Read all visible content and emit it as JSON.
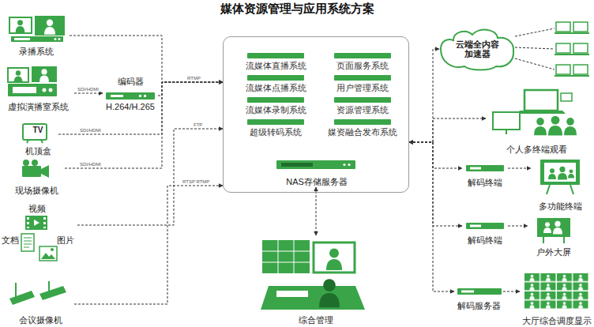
{
  "diagram": {
    "title": "媒体资源管理与应用系统方案",
    "nodes": [
      {
        "text": []
      },
      {
        "text": [
          "流媒体直播系统"
        ],
        "in": 0
      },
      {
        "text": [
          "页面服务系统"
        ],
        "in": 0
      },
      {
        "text": [
          "流媒体点播系统"
        ],
        "in": 0
      },
      {
        "text": [
          "用户管理系统"
        ],
        "in": 0
      },
      {
        "text": [
          "流媒体录制系统"
        ],
        "in": 0
      },
      {
        "text": [
          "资源管理系统"
        ],
        "in": 0
      },
      {
        "text": [
          "超级转码系统"
        ],
        "in": 0
      },
      {
        "text": [
          "媒资融合发布系统"
        ],
        "in": 0
      },
      {
        "text": [
          "NAS存储服务器"
        ],
        "in": 0
      },
      {
        "text": [
          "录播系统"
        ]
      },
      {
        "text": [
          "虚拟演播室系统"
        ]
      },
      {
        "text": [
          "编码器",
          "H.264/H.265"
        ]
      },
      {
        "text": [
          "TV",
          "机顶盒"
        ]
      },
      {
        "text": [
          "现场摄像机"
        ]
      },
      {
        "text": [
          "视频",
          "文档",
          "图片"
        ]
      },
      {
        "text": [
          "会议摄像机"
        ]
      },
      {
        "text": [
          "综合管理"
        ]
      },
      {
        "text": [
          "云端全内容 加速器"
        ]
      },
      {
        "text": [
          "个人多终端观看"
        ]
      },
      {
        "text": [
          "解码终端"
        ]
      },
      {
        "text": [
          "多功能终端"
        ]
      },
      {
        "text": [
          "解码终端"
        ]
      },
      {
        "text": [
          "户外大屏"
        ]
      },
      {
        "text": [
          "解码服务器"
        ]
      },
      {
        "text": [
          "大厅综合调度显示"
        ]
      }
    ],
    "edges": [
      {
        "from": 10,
        "to": 0,
        "arrow": "to",
        "label": "RTMP"
      },
      {
        "from": 11,
        "to": 12,
        "arrow": "to",
        "label": "SDI/HDMI"
      },
      {
        "from": 12,
        "to": 0,
        "arrow": "to"
      },
      {
        "from": 13,
        "to": 0,
        "arrow": "to",
        "label": "SDI/HDMI"
      },
      {
        "from": 14,
        "to": 0,
        "arrow": "to",
        "label": "SDI/HDMI"
      },
      {
        "from": 15,
        "to": 0,
        "arrow": "to",
        "label": "FTP"
      },
      {
        "from": 16,
        "to": 0,
        "arrow": "to",
        "label": "RTSP RTMP"
      },
      {
        "from": 9,
        "to": 17,
        "arrow": "both"
      },
      {
        "from": 0,
        "to": 18,
        "arrow": "both"
      },
      {
        "from": 0,
        "to": 19,
        "arrow": "both"
      },
      {
        "from": 0,
        "to": 20,
        "arrow": "both"
      },
      {
        "from": 20,
        "to": 21,
        "arrow": "to"
      },
      {
        "from": 0,
        "to": 22,
        "arrow": "both"
      },
      {
        "from": 22,
        "to": 23,
        "arrow": "to"
      },
      {
        "from": 0,
        "to": 24,
        "arrow": "both"
      },
      {
        "from": 24,
        "to": 25,
        "arrow": "to"
      }
    ]
  }
}
